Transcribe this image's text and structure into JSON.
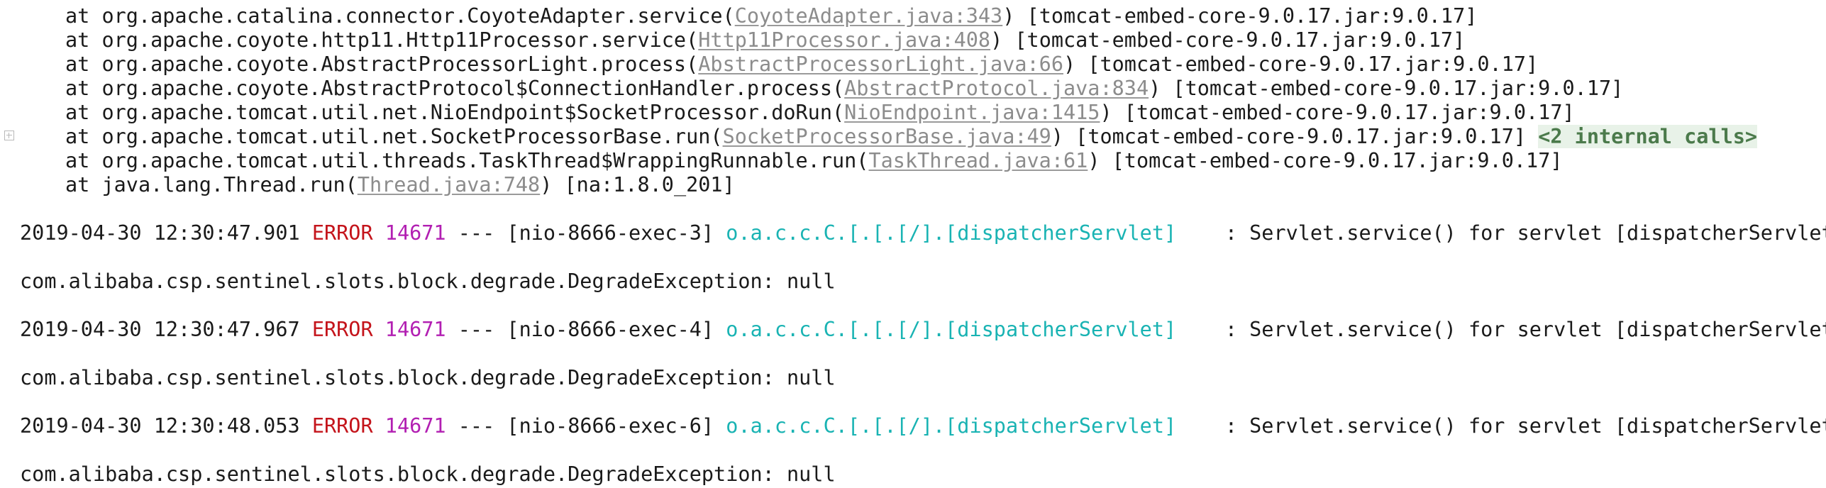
{
  "stack_trace": [
    {
      "prefix": "at org.apache.catalina.connector.CoyoteAdapter.service(",
      "link": "CoyoteAdapter.java:343",
      "suffix": ") [tomcat-embed-core-9.0.17.jar:9.0.17]",
      "extra": ""
    },
    {
      "prefix": "at org.apache.coyote.http11.Http11Processor.service(",
      "link": "Http11Processor.java:408",
      "suffix": ") [tomcat-embed-core-9.0.17.jar:9.0.17]",
      "extra": ""
    },
    {
      "prefix": "at org.apache.coyote.AbstractProcessorLight.process(",
      "link": "AbstractProcessorLight.java:66",
      "suffix": ") [tomcat-embed-core-9.0.17.jar:9.0.17]",
      "extra": ""
    },
    {
      "prefix": "at org.apache.coyote.AbstractProtocol$ConnectionHandler.process(",
      "link": "AbstractProtocol.java:834",
      "suffix": ") [tomcat-embed-core-9.0.17.jar:9.0.17]",
      "extra": ""
    },
    {
      "prefix": "at org.apache.tomcat.util.net.NioEndpoint$SocketProcessor.doRun(",
      "link": "NioEndpoint.java:1415",
      "suffix": ") [tomcat-embed-core-9.0.17.jar:9.0.17]",
      "extra": ""
    },
    {
      "prefix": "at org.apache.tomcat.util.net.SocketProcessorBase.run(",
      "link": "SocketProcessorBase.java:49",
      "suffix": ") [tomcat-embed-core-9.0.17.jar:9.0.17] ",
      "extra": "<2 internal calls>"
    },
    {
      "prefix": "at org.apache.tomcat.util.threads.TaskThread$WrappingRunnable.run(",
      "link": "TaskThread.java:61",
      "suffix": ") [tomcat-embed-core-9.0.17.jar:9.0.17]",
      "extra": ""
    },
    {
      "prefix": "at java.lang.Thread.run(",
      "link": "Thread.java:748",
      "suffix": ") [na:1.8.0_201]",
      "extra": ""
    }
  ],
  "log_entries": [
    {
      "timestamp": "2019-04-30 12:30:47.901",
      "level": "ERROR",
      "pid": "14671",
      "sep": "---",
      "thread": "[nio-8666-exec-3]",
      "logger": "o.a.c.c.C.[.[.[/].[dispatcherServlet]",
      "message": ": Servlet.service() for servlet [dispatcherServlet] in conte",
      "exception": "com.alibaba.csp.sentinel.slots.block.degrade.DegradeException: null"
    },
    {
      "timestamp": "2019-04-30 12:30:47.967",
      "level": "ERROR",
      "pid": "14671",
      "sep": "---",
      "thread": "[nio-8666-exec-4]",
      "logger": "o.a.c.c.C.[.[.[/].[dispatcherServlet]",
      "message": ": Servlet.service() for servlet [dispatcherServlet] in conte",
      "exception": "com.alibaba.csp.sentinel.slots.block.degrade.DegradeException: null"
    },
    {
      "timestamp": "2019-04-30 12:30:48.053",
      "level": "ERROR",
      "pid": "14671",
      "sep": "---",
      "thread": "[nio-8666-exec-6]",
      "logger": "o.a.c.c.C.[.[.[/].[dispatcherServlet]",
      "message": ": Servlet.service() for servlet [dispatcherServlet] in conte",
      "exception": "com.alibaba.csp.sentinel.slots.block.degrade.DegradeException: null"
    }
  ],
  "colors": {
    "error": "#c4141b",
    "pid": "#b21fb2",
    "logger": "#19b3b3",
    "link": "#8c8c8c",
    "internal": "#4b7a4b"
  }
}
